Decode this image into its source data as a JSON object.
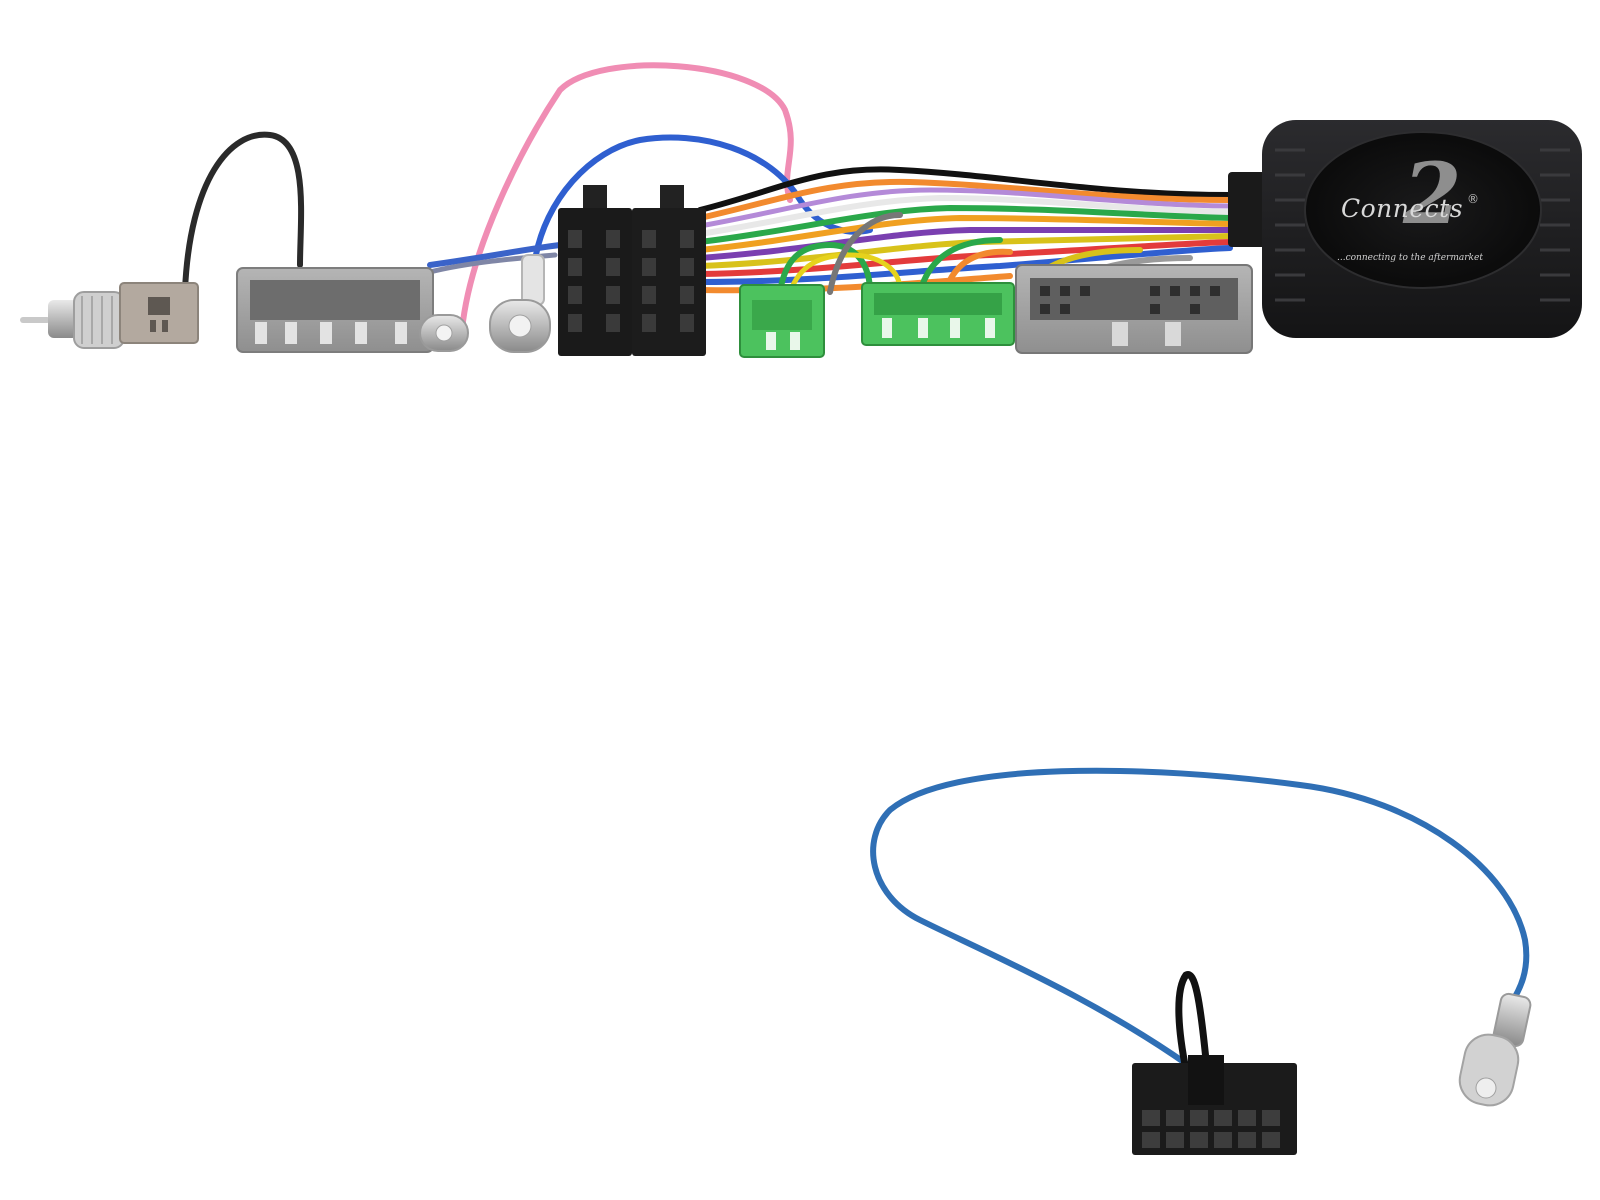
{
  "logo": {
    "brand_text": "Connects",
    "numeral": "2",
    "registered": "®",
    "tagline": "...connecting to the aftermarket"
  },
  "colors": {
    "background": "#ffffff",
    "interface_box": "#1d1d1f",
    "iso_connector": "#1a1a1a",
    "grey_connector": "#9a9a9a",
    "tan_connector": "#b3a99f",
    "green_connector": "#4cc25e",
    "wire_blue": "#2f6fd0",
    "wire_pink": "#f08db4",
    "wire_orange": "#f28a2e",
    "wire_black": "#111111"
  },
  "components": [
    "antenna-plug",
    "tan-antenna-connector",
    "grey-harness-connector",
    "fakra-socket-small",
    "fakra-socket-large",
    "iso-power-connector",
    "iso-speaker-connector",
    "green-small-connector",
    "green-large-connector",
    "grey-vehicle-connector",
    "interface-box",
    "patch-lead-with-microfit-plug"
  ]
}
